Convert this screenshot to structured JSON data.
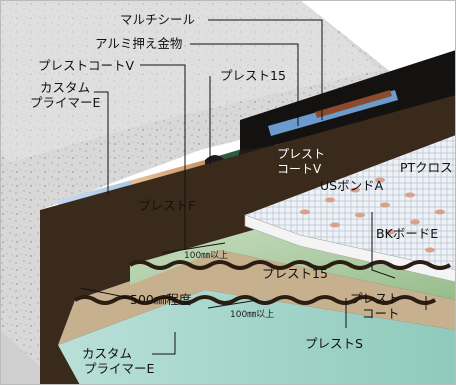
{
  "labels": {
    "mulch_seal": "マルチシール",
    "aluminum_press": "アルミ押え金物",
    "plestcoat_v_top": "プレストコートV",
    "custom_primer_e_top_line1": "カスタム",
    "custom_primer_e_top_line2": "プライマーE",
    "plest15_top": "プレスト15",
    "plestcoat_v_wall_line1": "プレスト",
    "plestcoat_v_wall_line2": "コートV",
    "pt_cross": "PTクロス",
    "us_bond_a": "USボンドA",
    "plest_f": "プレストF",
    "bk_board_e": "BKボードE",
    "overlap_100_upper": "100㎜以上",
    "plest15_floor": "プレスト15",
    "width_500": "500㎜程度",
    "overlap_100_lower": "100㎜以上",
    "plest_coat_line1": "プレスト",
    "plest_coat_line2": "コート",
    "plest_s": "プレストS",
    "custom_primer_e_bottom_line1": "カスタム",
    "custom_primer_e_bottom_line2": "プライマーE"
  },
  "colors": {
    "concrete": "#d6d6d6",
    "primer_blue": "#9dbfe0",
    "plest_f_tan": "#d6a877",
    "black_membrane": "#1c1a18",
    "green_sheet": "#a9c9a0",
    "pt_cross_mesh": "#e6ebf2",
    "bk_board": "#f4f4f4",
    "aluminum_bar": "#6b9ccd",
    "mulch_seal_brown": "#8b4a2b"
  }
}
